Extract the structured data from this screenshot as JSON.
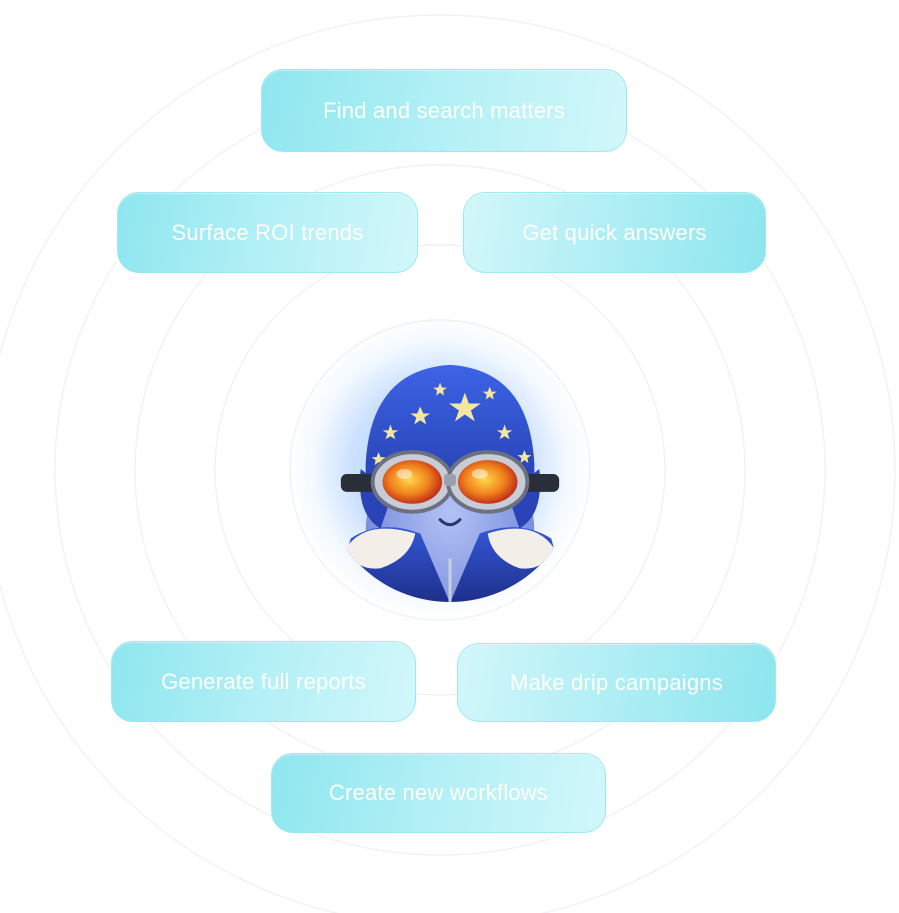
{
  "chips": [
    {
      "id": "find",
      "label": "Find and search matters"
    },
    {
      "id": "roi",
      "label": "Surface ROI trends"
    },
    {
      "id": "answers",
      "label": "Get quick answers"
    },
    {
      "id": "reports",
      "label": "Generate full reports"
    },
    {
      "id": "drip",
      "label": "Make drip campaigns"
    },
    {
      "id": "workflows",
      "label": "Create new workflows"
    }
  ],
  "mascot": {
    "icon": "aviator-mascot-icon",
    "helmet_color": "#2f4fd1",
    "star_color": "#f2e6a0",
    "goggle_lens_color": "#f0921c",
    "body_color": "#8fa3e8"
  },
  "colors": {
    "chip_fill_start": "#8fe6ef",
    "chip_fill_end": "#d2f7fa",
    "chip_text": "#ffffff",
    "glow": "#5096ff"
  }
}
